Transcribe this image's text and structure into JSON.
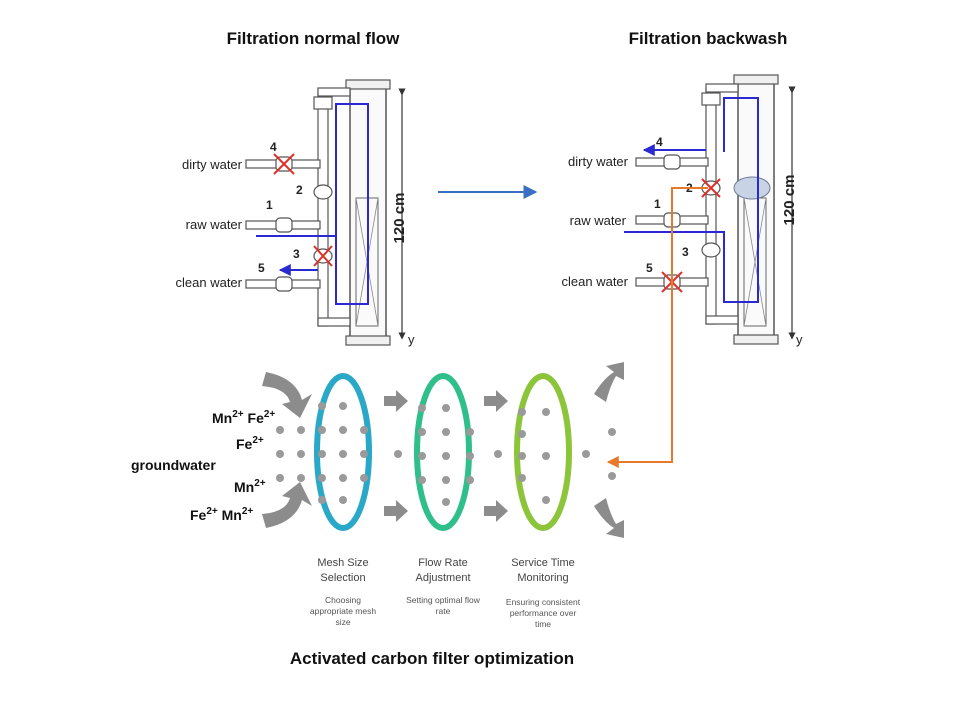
{
  "titles": {
    "normal_flow": "Filtration normal flow",
    "backwash": "Filtration backwash",
    "bottom": "Activated carbon filter optimization"
  },
  "left_panel": {
    "labels": {
      "dirty": "dirty water",
      "raw": "raw water",
      "clean": "clean water"
    },
    "valves": {
      "v1": "1",
      "v2": "2",
      "v3": "3",
      "v4": "4",
      "v5": "5"
    },
    "height": "120 cm",
    "y_label": "y"
  },
  "right_panel": {
    "labels": {
      "dirty": "dirty water",
      "raw": "raw water",
      "clean": "clean water"
    },
    "valves": {
      "v1": "1",
      "v2": "2",
      "v3": "3",
      "v4": "4",
      "v5": "5"
    },
    "height": "120 cm",
    "y_label": "y"
  },
  "ions": {
    "row1": {
      "a_base": "Mn",
      "a_sup": "2+",
      "b_base": "Fe",
      "b_sup": "2+"
    },
    "row2": {
      "base": "Fe",
      "sup": "2+"
    },
    "groundwater": "groundwater",
    "row4": {
      "base": "Mn",
      "sup": "2+"
    },
    "row5": {
      "a_base": "Fe",
      "a_sup": "2+",
      "b_base": "Mn",
      "b_sup": "2+"
    }
  },
  "stages": [
    {
      "title1": "Mesh Size",
      "title2": "Selection",
      "desc1": "Choosing",
      "desc2": "appropriate mesh",
      "desc3": "size"
    },
    {
      "title1": "Flow Rate",
      "title2": "Adjustment",
      "desc1": "Setting optimal flow",
      "desc2": "rate",
      "desc3": ""
    },
    {
      "title1": "Service Time",
      "title2": "Monitoring",
      "desc1": "Ensuring consistent",
      "desc2": "performance over",
      "desc3": "time"
    }
  ],
  "colors": {
    "flow_blue": "#2a2ad0",
    "transition_arrow": "#3a6fc4",
    "return_line": "#e8792a",
    "closed_valve_x": "#e0302a",
    "ring_1": "#2aa8c8",
    "ring_2": "#2fbf8a",
    "ring_3": "#8cc43a"
  }
}
